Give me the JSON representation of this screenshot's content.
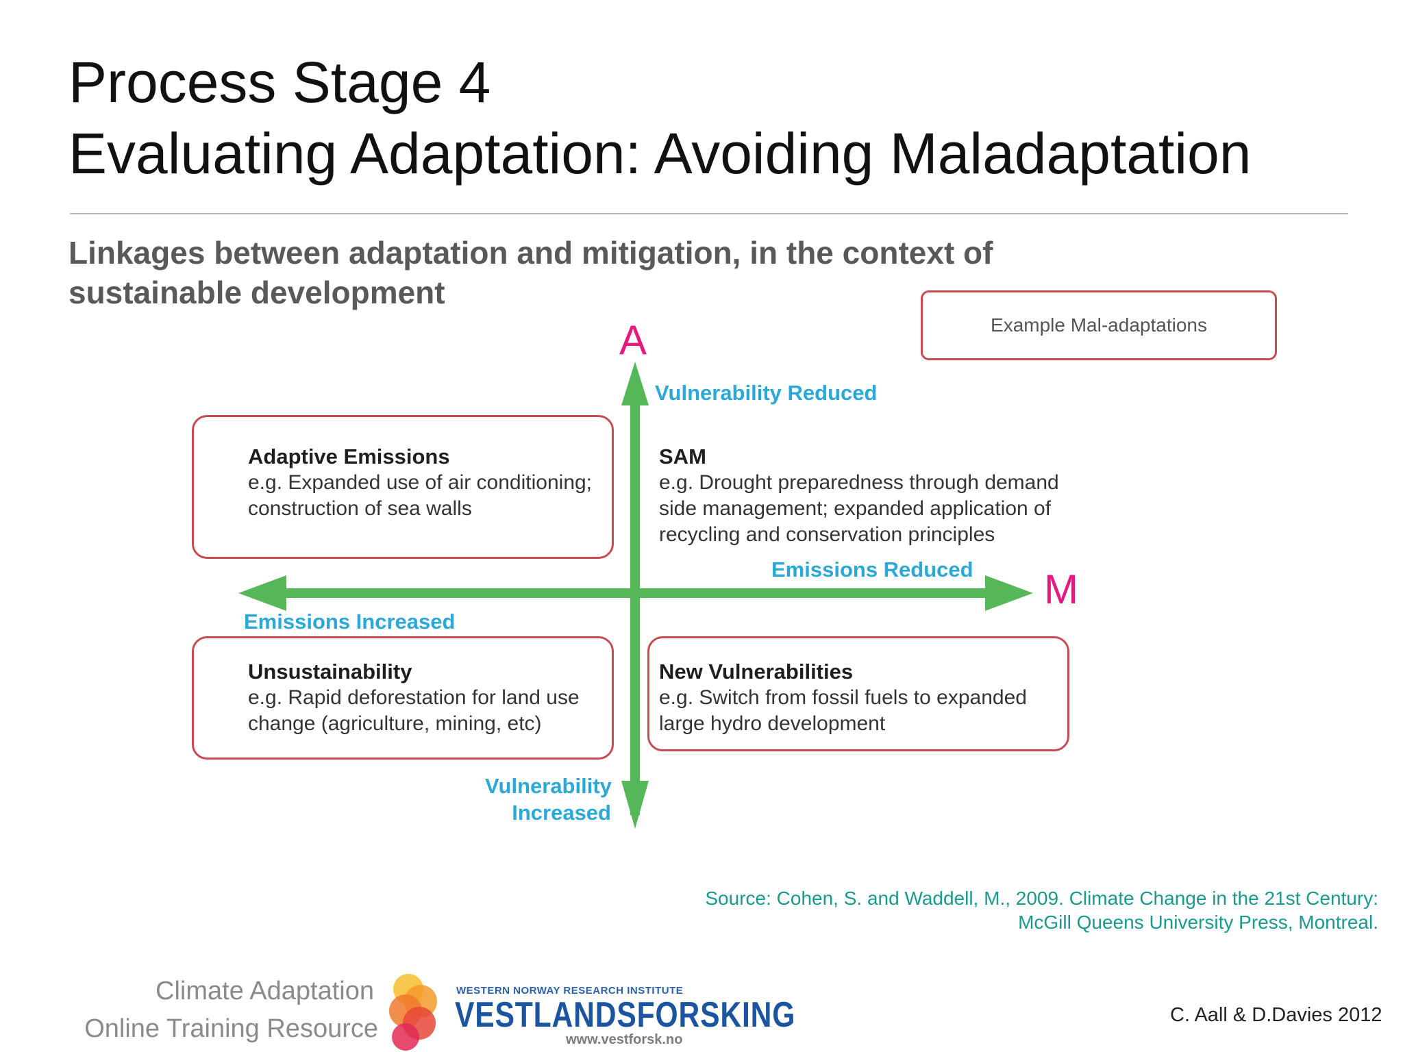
{
  "title": {
    "line1": "Process Stage 4",
    "line2": "Evaluating Adaptation: Avoiding Maladaptation"
  },
  "subtitle": {
    "line1": "Linkages between adaptation and mitigation, in the context of",
    "line2": "sustainable development"
  },
  "example_box": "Example Mal-adaptations",
  "diagram": {
    "axis_a_letter": "A",
    "axis_m_letter": "M",
    "labels": {
      "vulnerability_reduced": "Vulnerability Reduced",
      "vulnerability_increased_1": "Vulnerability",
      "vulnerability_increased_2": "Increased",
      "emissions_reduced": "Emissions Reduced",
      "emissions_increased": "Emissions Increased"
    },
    "colors": {
      "arrow": "#55b757",
      "border": "#c84b52",
      "label": "#2aa8d8",
      "letter": "#e6197e"
    },
    "quadrants": {
      "top_left": {
        "heading": "Adaptive Emissions",
        "line1": "e.g. Expanded use of air conditioning;",
        "line2": "construction of sea walls"
      },
      "top_right": {
        "heading": "SAM",
        "line1": "e.g. Drought preparedness through  demand",
        "line2": "side management; expanded application of",
        "line3": "recycling and conservation principles"
      },
      "bottom_left": {
        "heading": "Unsustainability",
        "line1": "e.g. Rapid deforestation for land use",
        "line2": "change (agriculture, mining, etc)"
      },
      "bottom_right": {
        "heading": "New Vulnerabilities",
        "line1": "e.g. Switch from fossil fuels to expanded",
        "line2": "large hydro development"
      }
    }
  },
  "source": {
    "line1": "Source: Cohen, S. and Waddell, M., 2009. Climate Change in the 21st Century:",
    "line2": "McGill Queens University Press, Montreal."
  },
  "footer": {
    "org_line1": "Climate Adaptation",
    "org_line2": "Online Training Resource",
    "vf_tagline": "WESTERN NORWAY RESEARCH INSTITUTE",
    "vf_name": "VESTLANDSFORSKING",
    "vf_url": "www.vestforsk.no",
    "credit": "C. Aall & D.Davies 2012"
  }
}
